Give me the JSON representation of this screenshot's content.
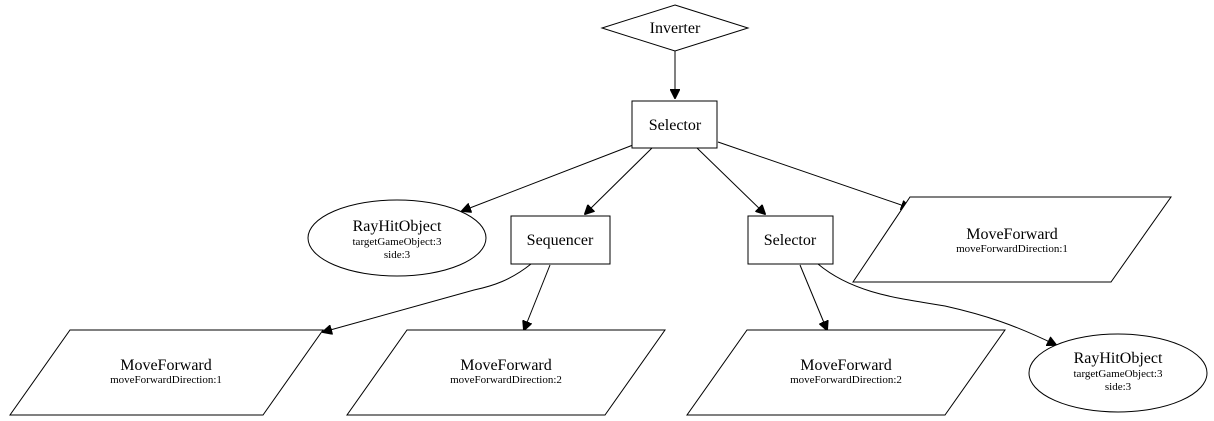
{
  "nodes": {
    "inverter": {
      "title": "Inverter"
    },
    "selector_root": {
      "title": "Selector"
    },
    "rayhit_left": {
      "title": "RayHitObject",
      "lines": [
        "targetGameObject:3",
        "side:3"
      ]
    },
    "sequencer": {
      "title": "Sequencer"
    },
    "selector_child": {
      "title": "Selector"
    },
    "moveforward_top_right": {
      "title": "MoveForward",
      "lines": [
        "moveForwardDirection:1"
      ]
    },
    "moveforward_bottom_1": {
      "title": "MoveForward",
      "lines": [
        "moveForwardDirection:1"
      ]
    },
    "moveforward_bottom_2": {
      "title": "MoveForward",
      "lines": [
        "moveForwardDirection:2"
      ]
    },
    "moveforward_bottom_3": {
      "title": "MoveForward",
      "lines": [
        "moveForwardDirection:2"
      ]
    },
    "rayhit_right": {
      "title": "RayHitObject",
      "lines": [
        "targetGameObject:3",
        "side:3"
      ]
    }
  }
}
